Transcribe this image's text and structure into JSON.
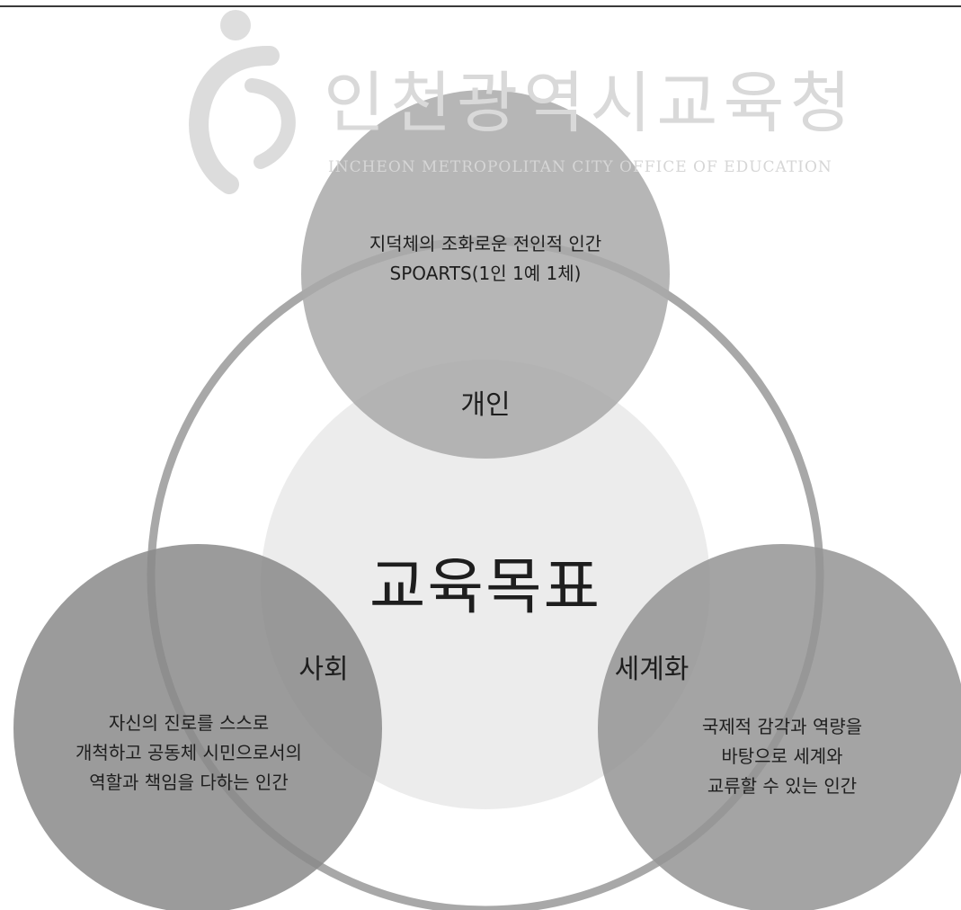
{
  "watermark": {
    "name_ko": "인천광역시교육청",
    "name_en": "INCHEON METROPOLITAN CITY OFFICE OF EDUCATION"
  },
  "center": {
    "title": "교육목표"
  },
  "individual": {
    "label": "개인",
    "line1": "지덕체의 조화로운 전인적 인간",
    "line2": "SPOARTS(1인 1예 1체)"
  },
  "society": {
    "label": "사회",
    "line1": "자신의 진로를 스스로",
    "line2": "개척하고 공동체 시민으로서의",
    "line3": "역할과 책임을 다하는 인간"
  },
  "globalization": {
    "label": "세계화",
    "line1": "국제적 감각과 역량을",
    "line2": "바탕으로 세계와",
    "line3": "교류할 수 있는 인간"
  }
}
